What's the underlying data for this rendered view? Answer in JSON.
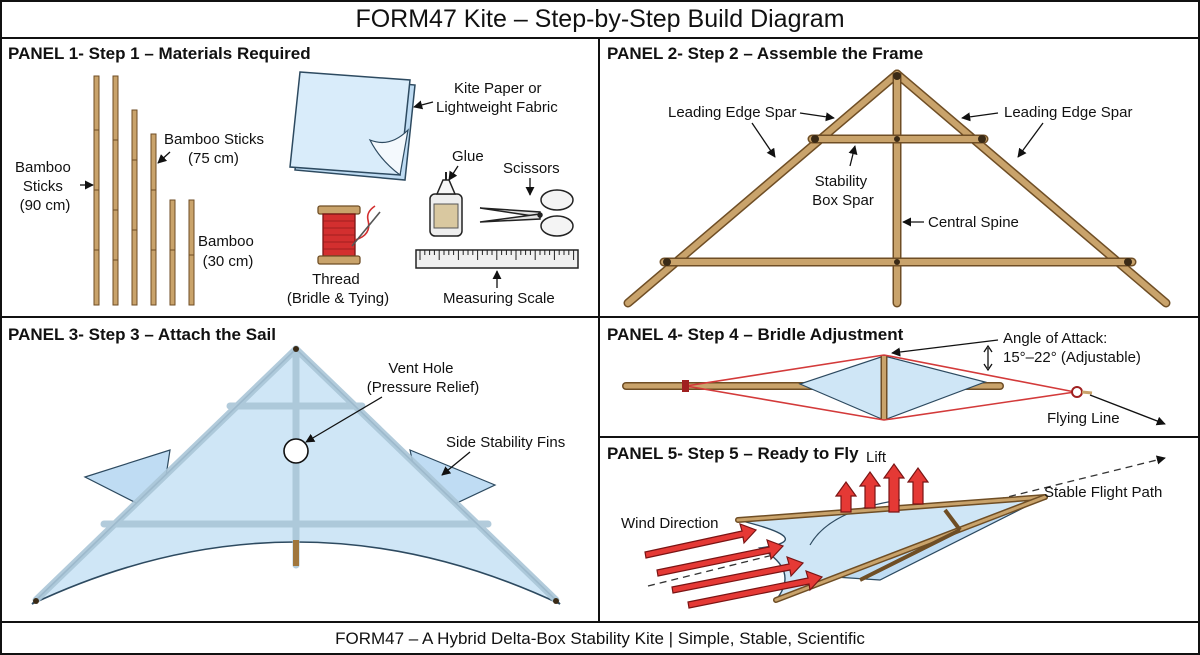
{
  "title": "FORM47 Kite – Step-by-Step Build Diagram",
  "footer": "FORM47 – A Hybrid Delta-Box Stability Kite | Simple, Stable, Scientific",
  "colors": {
    "bamboo": "#c9a36b",
    "bamboo_dark": "#6f4e25",
    "sail": "#cfe6f6",
    "sail_edge": "#2d4a60",
    "bridle": "#d33a3a",
    "arrow_red": "#e53935",
    "frame": "#111111"
  },
  "panels": {
    "p1": {
      "title": "PANEL 1- Step 1 – Materials Required",
      "labels": {
        "bamboo90": [
          "Bamboo",
          "Sticks",
          "(90 cm)"
        ],
        "bamboo75": [
          "Bamboo Sticks",
          "(75 cm)"
        ],
        "bamboo30": [
          "Bamboo",
          "(30 cm)"
        ],
        "paper": [
          "Kite Paper or",
          "Lightweight Fabric"
        ],
        "glue": "Glue",
        "scissors": "Scissors",
        "thread": [
          "Thread",
          "(Bridle & Tying)"
        ],
        "scale": "Measuring Scale"
      }
    },
    "p2": {
      "title": "PANEL 2- Step 2 – Assemble the Frame",
      "labels": {
        "lead_left": "Leading Edge Spar",
        "lead_right": "Leading Edge Spar",
        "box": [
          "Stability",
          "Box Spar"
        ],
        "spine": "Central Spine"
      }
    },
    "p3": {
      "title": "PANEL 3- Step 3 – Attach the Sail",
      "labels": {
        "vent": [
          "Vent Hole",
          "(Pressure Relief)"
        ],
        "fins": "Side Stability Fins"
      }
    },
    "p4": {
      "title": "PANEL 4- Step 4 – Bridle Adjustment",
      "labels": {
        "angle": [
          "Angle of Attack:",
          "15°–22° (Adjustable)"
        ],
        "line": "Flying Line"
      }
    },
    "p5": {
      "title": "PANEL 5- Step 5 – Ready to Fly",
      "labels": {
        "lift": "Lift",
        "wind": "Wind Direction",
        "path": "Stable Flight Path"
      }
    }
  }
}
